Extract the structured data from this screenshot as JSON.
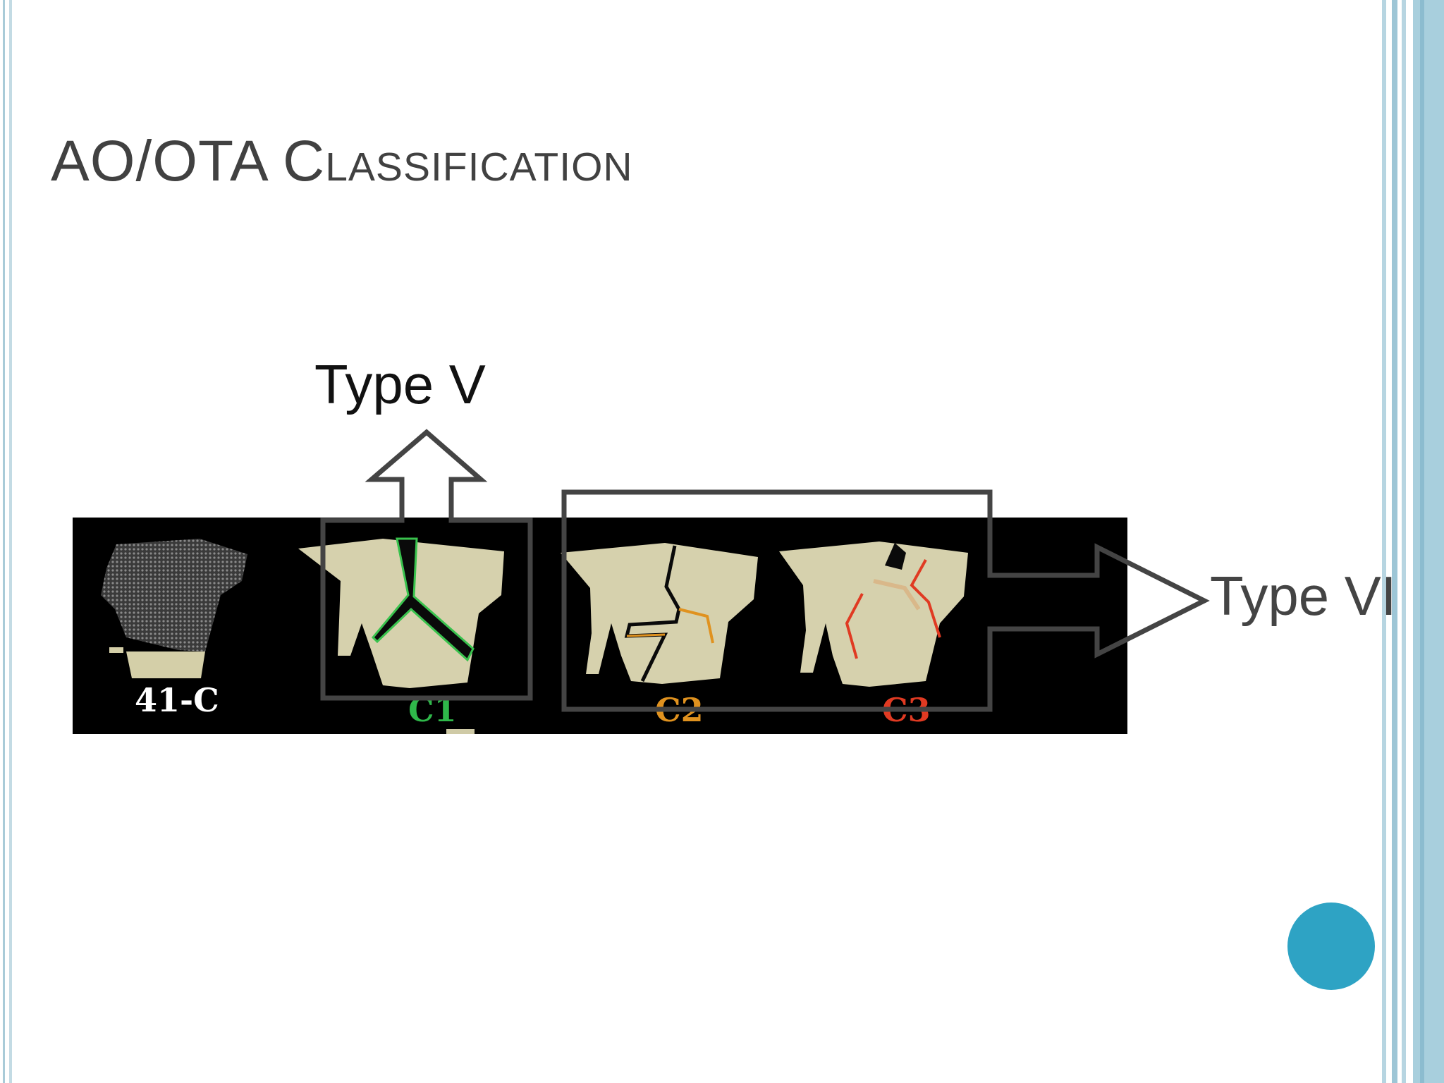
{
  "slide": {
    "title": "AO/OTA Classification",
    "annotations": {
      "type_v": "Type V",
      "type_vi": "Type VI"
    }
  },
  "figure": {
    "labels": [
      {
        "text": "41-C",
        "color": "#ffffff"
      },
      {
        "text": "C1",
        "color": "#2fb84a"
      },
      {
        "text": "C2",
        "color": "#e0921f"
      },
      {
        "text": "C3",
        "color": "#e03a22"
      }
    ]
  },
  "colors": {
    "title": "#414141",
    "accent_circle": "#2ea3c4",
    "bone": "#d9d4b3",
    "overlay_stroke": "#444444"
  }
}
